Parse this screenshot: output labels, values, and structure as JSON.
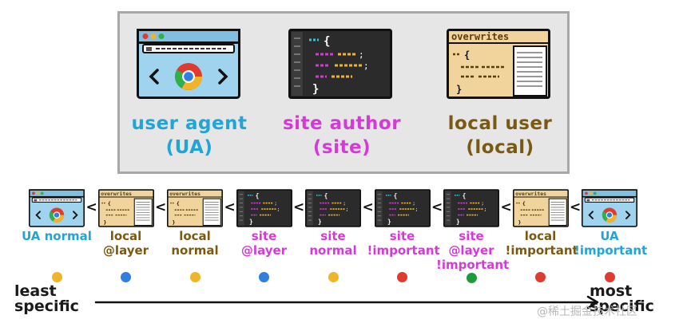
{
  "colors": {
    "ua": "#21a4d6",
    "site": "#d63ad6",
    "local": "#7a5a12",
    "browser_frame": "#9fd3ee",
    "code_bg": "#2b2b2b",
    "notes_bg": "#f0d49c",
    "dot_yellow": "#f0b429",
    "dot_blue": "#2f7ee0",
    "dot_red": "#e03b2f",
    "dot_green": "#1f9a3a"
  },
  "origins": [
    {
      "label": "user agent (UA)",
      "icon": "browser-icon",
      "color": "ua"
    },
    {
      "label": "site author (site)",
      "icon": "code-editor-icon",
      "color": "site"
    },
    {
      "label": "local user (local)",
      "icon": "overwrites-note-icon",
      "color": "local"
    }
  ],
  "overwrites_text": "overwrites",
  "cascade": [
    {
      "label": "UA normal",
      "icon": "browser-icon",
      "color": "ua",
      "dot": "dot_yellow"
    },
    {
      "label": "local @layer",
      "icon": "overwrites-note-icon",
      "color": "local",
      "dot": "dot_blue"
    },
    {
      "label": "local normal",
      "icon": "overwrites-note-icon",
      "color": "local",
      "dot": "dot_yellow"
    },
    {
      "label": "site @layer",
      "icon": "code-editor-icon",
      "color": "site",
      "dot": "dot_blue"
    },
    {
      "label": "site normal",
      "icon": "code-editor-icon",
      "color": "site",
      "dot": "dot_yellow"
    },
    {
      "label": "site !important",
      "icon": "code-editor-icon",
      "color": "site",
      "dot": "dot_red"
    },
    {
      "label": "site @layer !important",
      "icon": "code-editor-icon",
      "color": "site",
      "dot": "dot_green"
    },
    {
      "label": "local !important",
      "icon": "overwrites-note-icon",
      "color": "local",
      "dot": "dot_red"
    },
    {
      "label": "UA !important",
      "icon": "browser-icon",
      "color": "ua",
      "dot": "dot_red"
    }
  ],
  "separator": "<",
  "axis": {
    "start": "least specific",
    "end": "most specific"
  },
  "watermark": "@稀土掘金技术社区"
}
